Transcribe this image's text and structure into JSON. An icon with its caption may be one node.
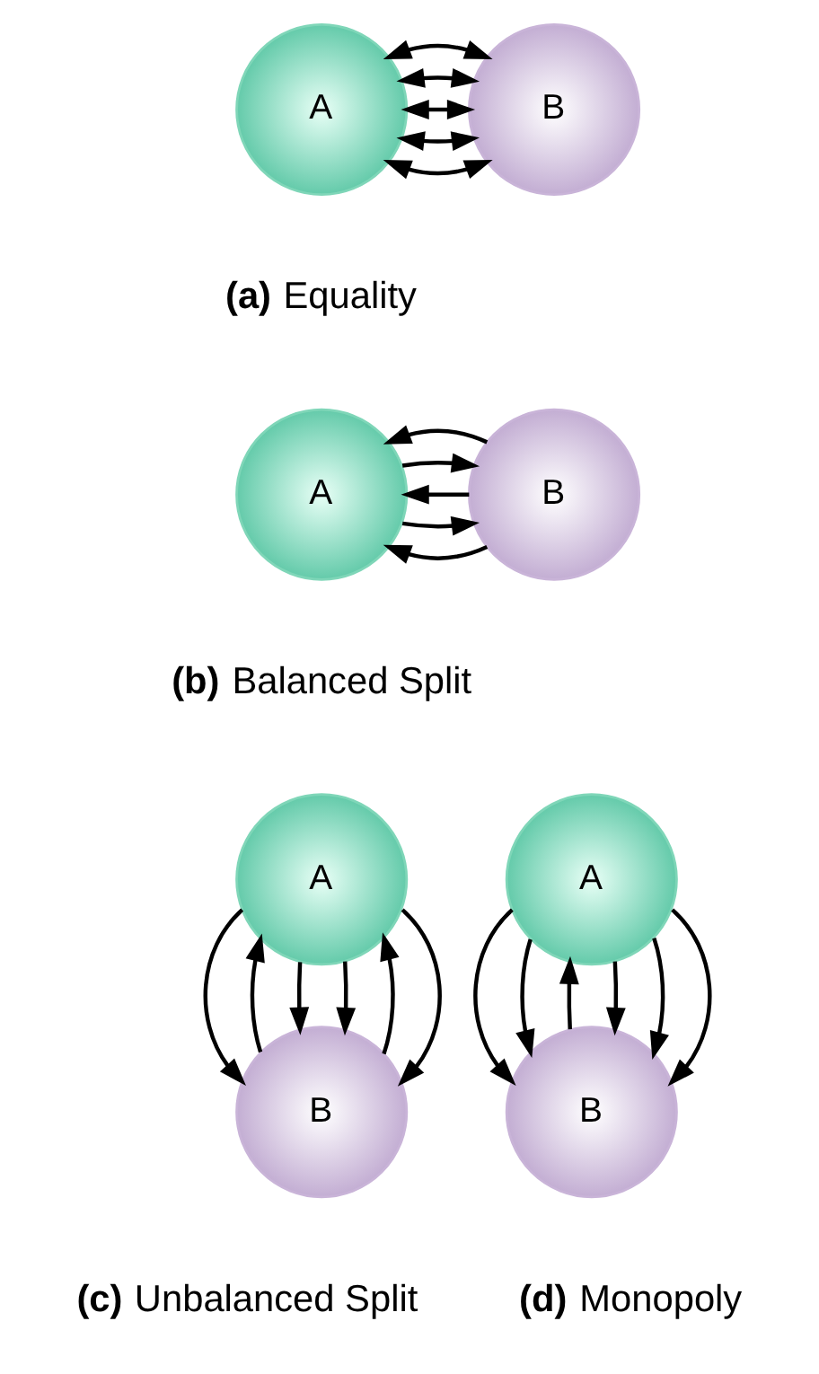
{
  "diagram": {
    "nodes": [
      {
        "text": [
          "A"
        ]
      },
      {
        "text": [
          "B"
        ]
      },
      {
        "text": [
          "A"
        ]
      },
      {
        "text": [
          "B"
        ]
      },
      {
        "text": [
          "A"
        ]
      },
      {
        "text": [
          "B"
        ]
      },
      {
        "text": [
          "A"
        ]
      },
      {
        "text": [
          "B"
        ]
      }
    ],
    "edges": [
      {
        "from": 0,
        "to": 1,
        "arrow": "both"
      },
      {
        "from": 0,
        "to": 1,
        "arrow": "both"
      },
      {
        "from": 0,
        "to": 1,
        "arrow": "both"
      },
      {
        "from": 0,
        "to": 1,
        "arrow": "both"
      },
      {
        "from": 0,
        "to": 1,
        "arrow": "both"
      },
      {
        "from": 3,
        "to": 2,
        "arrow": "to"
      },
      {
        "from": 2,
        "to": 3,
        "arrow": "to"
      },
      {
        "from": 3,
        "to": 2,
        "arrow": "to"
      },
      {
        "from": 2,
        "to": 3,
        "arrow": "to"
      },
      {
        "from": 3,
        "to": 2,
        "arrow": "to"
      },
      {
        "from": 4,
        "to": 5,
        "arrow": "to"
      },
      {
        "from": 5,
        "to": 4,
        "arrow": "to"
      },
      {
        "from": 4,
        "to": 5,
        "arrow": "to"
      },
      {
        "from": 4,
        "to": 5,
        "arrow": "to"
      },
      {
        "from": 5,
        "to": 4,
        "arrow": "to"
      },
      {
        "from": 4,
        "to": 5,
        "arrow": "to"
      },
      {
        "from": 6,
        "to": 7,
        "arrow": "to"
      },
      {
        "from": 6,
        "to": 7,
        "arrow": "to"
      },
      {
        "from": 7,
        "to": 6,
        "arrow": "to"
      },
      {
        "from": 6,
        "to": 7,
        "arrow": "to"
      },
      {
        "from": 6,
        "to": 7,
        "arrow": "to"
      },
      {
        "from": 6,
        "to": 7,
        "arrow": "to"
      }
    ],
    "labels": [
      "**(a)** Equality",
      "**(b)** Balanced Split",
      "**(c)** Unbalanced Split",
      "**(d)** Monopoly"
    ]
  }
}
